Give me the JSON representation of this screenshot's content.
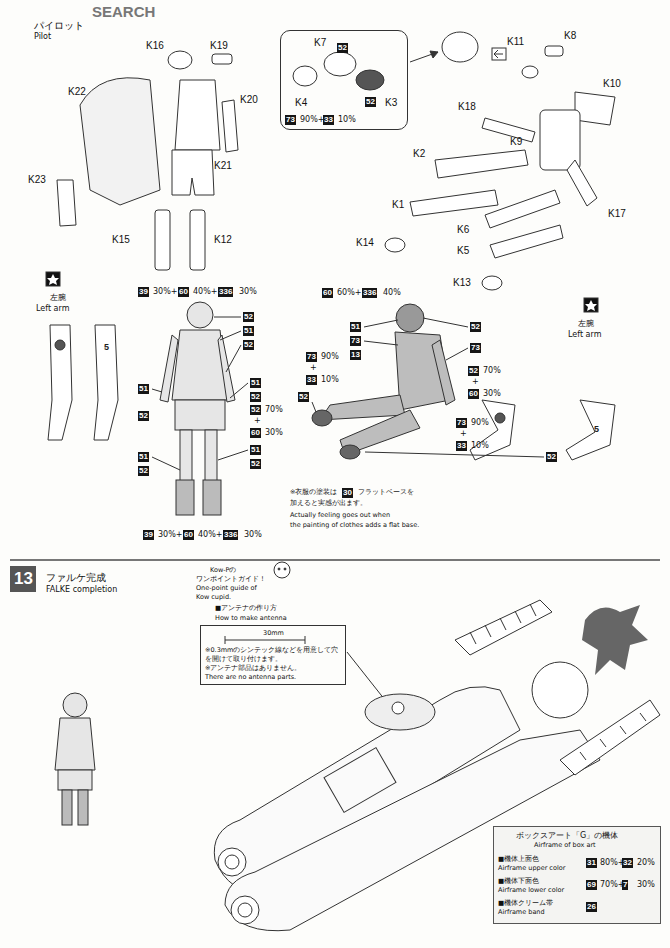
{
  "diagram": {
    "nodes": [
      {
        "text": [
          "K7",
          "52",
          "K4",
          "73",
          "90%+",
          "33",
          "10%",
          "52",
          "K3"
        ]
      },
      {
        "text": [
          "13"
        ]
      },
      {
        "text": [
          "■アンテナの作り方",
          "How to make antenna",
          "30mm",
          "※0.3mmのシンテック線などを用意して穴を開けて取り付けます。",
          "※アンテナ部品はありません。",
          "There are no antenna parts."
        ]
      },
      {
        "text": [
          "ボックスアート「G」の機体",
          "Airframe of box art",
          "■機体上面色",
          "Airframe upper color",
          "31",
          "80%+",
          "32",
          "20%",
          "■機体下面色",
          "Airframe lower color",
          "69",
          "70%+",
          "7",
          "30%",
          "■機体クリーム帯",
          "Airframe band",
          "26"
        ]
      }
    ],
    "labels": [
      "SEARCH",
      "パイロット",
      "Pilot",
      "K16",
      "K19",
      "K22",
      "K20",
      "K21",
      "K23",
      "K15",
      "K12",
      "K11",
      "K8",
      "K10",
      "K18",
      "K9",
      "K2",
      "K1",
      "K14",
      "K6",
      "K5",
      "K17",
      "K13",
      "左腕",
      "Left arm",
      "5",
      "39",
      "30%+",
      "60",
      "40%+",
      "336",
      "30%",
      "52",
      "51",
      "52",
      "51",
      "51",
      "52",
      "52",
      "70%",
      "+",
      "60",
      "30%",
      "52",
      "51",
      "52",
      "51",
      "52",
      "39",
      "30%+",
      "60",
      "40%+",
      "336",
      "30%",
      "60",
      "60%+",
      "336",
      "40%",
      "51",
      "73",
      "13",
      "73",
      "90%",
      "+",
      "33",
      "10%",
      "52",
      "73",
      "52",
      "70%",
      "+",
      "60",
      "30%",
      "73",
      "90%",
      "+",
      "33",
      "10%",
      "52",
      "52",
      "※衣服の塗装は",
      "30",
      "フラットベースを",
      "加えると実感が出ます。",
      "Actually feeling goes out when",
      "the painting of clothes adds a flat base.",
      "左腕",
      "Left arm",
      "5",
      "ファルケ完成",
      "FALKE completion",
      "Kow-Pの",
      "ワンポイントガイド！",
      "One-point guide of",
      "Kow cupid."
    ]
  }
}
